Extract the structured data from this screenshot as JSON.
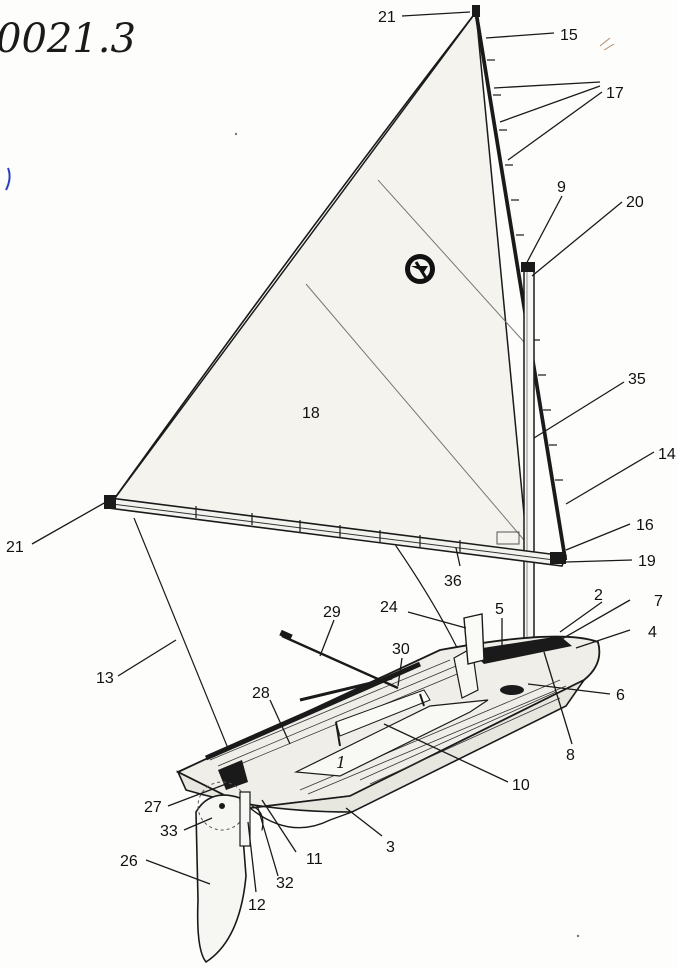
{
  "handwritten_note": "0021.3",
  "inner_labels": {
    "sail_panel": "18",
    "cockpit_number": "1"
  },
  "callouts": [
    {
      "id": "c21-top",
      "label": "21"
    },
    {
      "id": "c15",
      "label": "15"
    },
    {
      "id": "c17",
      "label": "17"
    },
    {
      "id": "c9",
      "label": "9"
    },
    {
      "id": "c20",
      "label": "20"
    },
    {
      "id": "c35",
      "label": "35"
    },
    {
      "id": "c14",
      "label": "14"
    },
    {
      "id": "c16",
      "label": "16"
    },
    {
      "id": "c19",
      "label": "19"
    },
    {
      "id": "c21-left",
      "label": "21"
    },
    {
      "id": "c36",
      "label": "36"
    },
    {
      "id": "c2",
      "label": "2"
    },
    {
      "id": "c7",
      "label": "7"
    },
    {
      "id": "c4",
      "label": "4"
    },
    {
      "id": "c24",
      "label": "24"
    },
    {
      "id": "c5",
      "label": "5"
    },
    {
      "id": "c29",
      "label": "29"
    },
    {
      "id": "c30",
      "label": "30"
    },
    {
      "id": "c6",
      "label": "6"
    },
    {
      "id": "c13",
      "label": "13"
    },
    {
      "id": "c28",
      "label": "28"
    },
    {
      "id": "c8",
      "label": "8"
    },
    {
      "id": "c10",
      "label": "10"
    },
    {
      "id": "c27",
      "label": "27"
    },
    {
      "id": "c33",
      "label": "33"
    },
    {
      "id": "c3",
      "label": "3"
    },
    {
      "id": "c11",
      "label": "11"
    },
    {
      "id": "c26",
      "label": "26"
    },
    {
      "id": "c32",
      "label": "32"
    },
    {
      "id": "c12",
      "label": "12"
    }
  ]
}
